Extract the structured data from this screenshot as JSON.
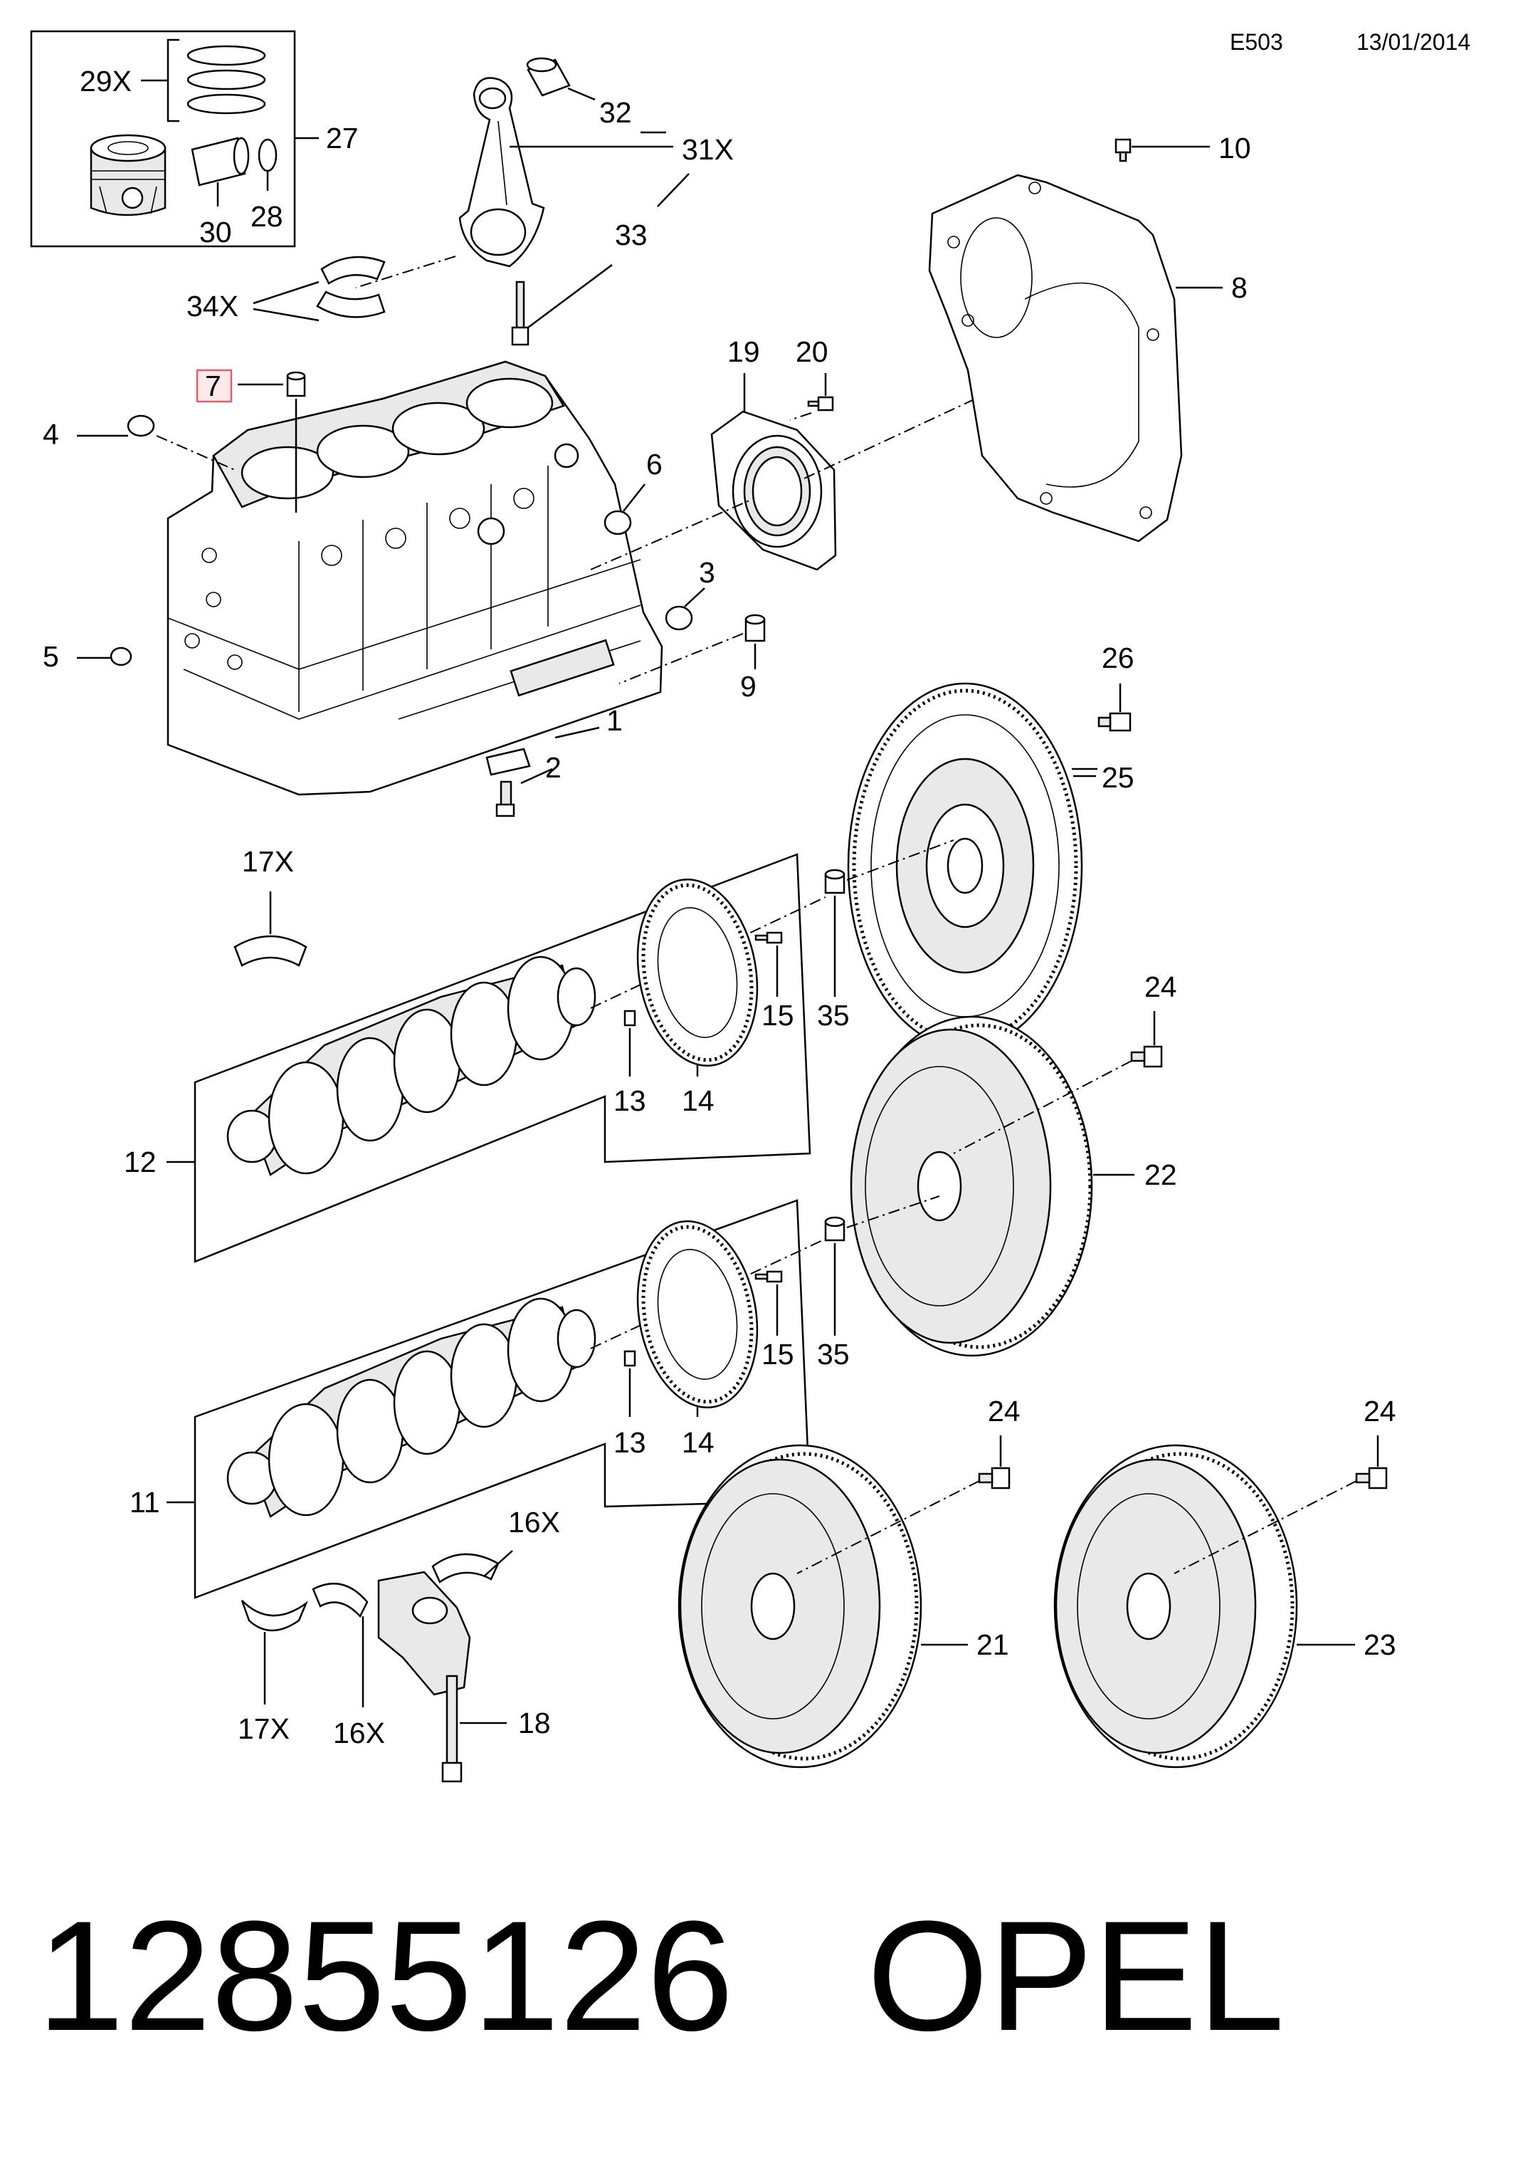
{
  "header": {
    "code": "E503",
    "date": "13/01/2014"
  },
  "highlighted_part": "7",
  "callouts": {
    "c1": "1",
    "c2": "2",
    "c3": "3",
    "c4": "4",
    "c5": "5",
    "c6": "6",
    "c7": "7",
    "c8": "8",
    "c9": "9",
    "c10": "10",
    "c11": "11",
    "c12": "12",
    "c13a": "13",
    "c13b": "13",
    "c14a": "14",
    "c14b": "14",
    "c15a": "15",
    "c15b": "15",
    "c16x_a": "16X",
    "c16x_b": "16X",
    "c17x_a": "17X",
    "c17x_b": "17X",
    "c18": "18",
    "c19": "19",
    "c20": "20",
    "c21": "21",
    "c22": "22",
    "c23": "23",
    "c24a": "24",
    "c24b": "24",
    "c24c": "24",
    "c25": "25",
    "c26": "26",
    "c27": "27",
    "c28": "28",
    "c29x": "29X",
    "c30": "30",
    "c31x": "31X",
    "c32": "32",
    "c33": "33",
    "c34x": "34X",
    "c35a": "35",
    "c35b": "35"
  },
  "footer": {
    "part_number": "12855126",
    "brand": "OPEL"
  },
  "colors": {
    "highlight_border": "#e0606a",
    "highlight_fill": "#fde8ea",
    "line": "#000000"
  }
}
